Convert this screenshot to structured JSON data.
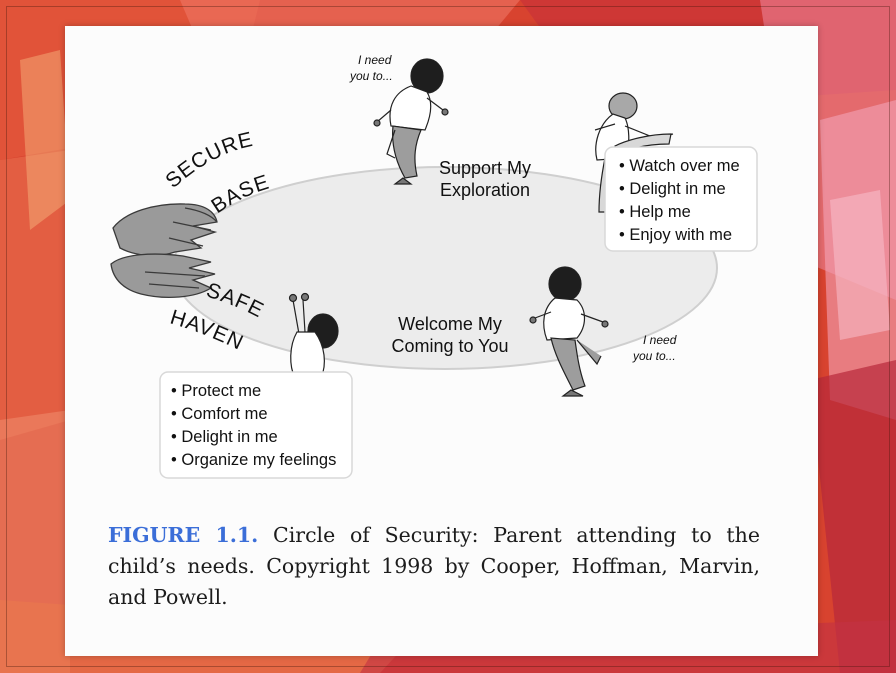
{
  "diagram": {
    "secure_base": [
      "SECURE",
      "BASE"
    ],
    "safe_haven": [
      "SAFE",
      "HAVEN"
    ],
    "top_label": [
      "Support My",
      "Exploration"
    ],
    "bottom_label": [
      "Welcome My",
      "Coming to You"
    ],
    "need_top": [
      "I need",
      "you to..."
    ],
    "need_right": [
      "I need",
      "you to..."
    ],
    "exploration_needs": [
      "• Watch over me",
      "• Delight in me",
      "• Help me",
      "• Enjoy with me"
    ],
    "haven_needs": [
      "• Protect me",
      "• Comfort me",
      "• Delight in me",
      "• Organize my feelings"
    ]
  },
  "caption": {
    "label": "FIGURE 1.1.",
    "text": " Circle of Security: Parent attending to the child’s needs. Copyright 1998 by Cooper, Hoffman, Marvin, and Powell."
  }
}
